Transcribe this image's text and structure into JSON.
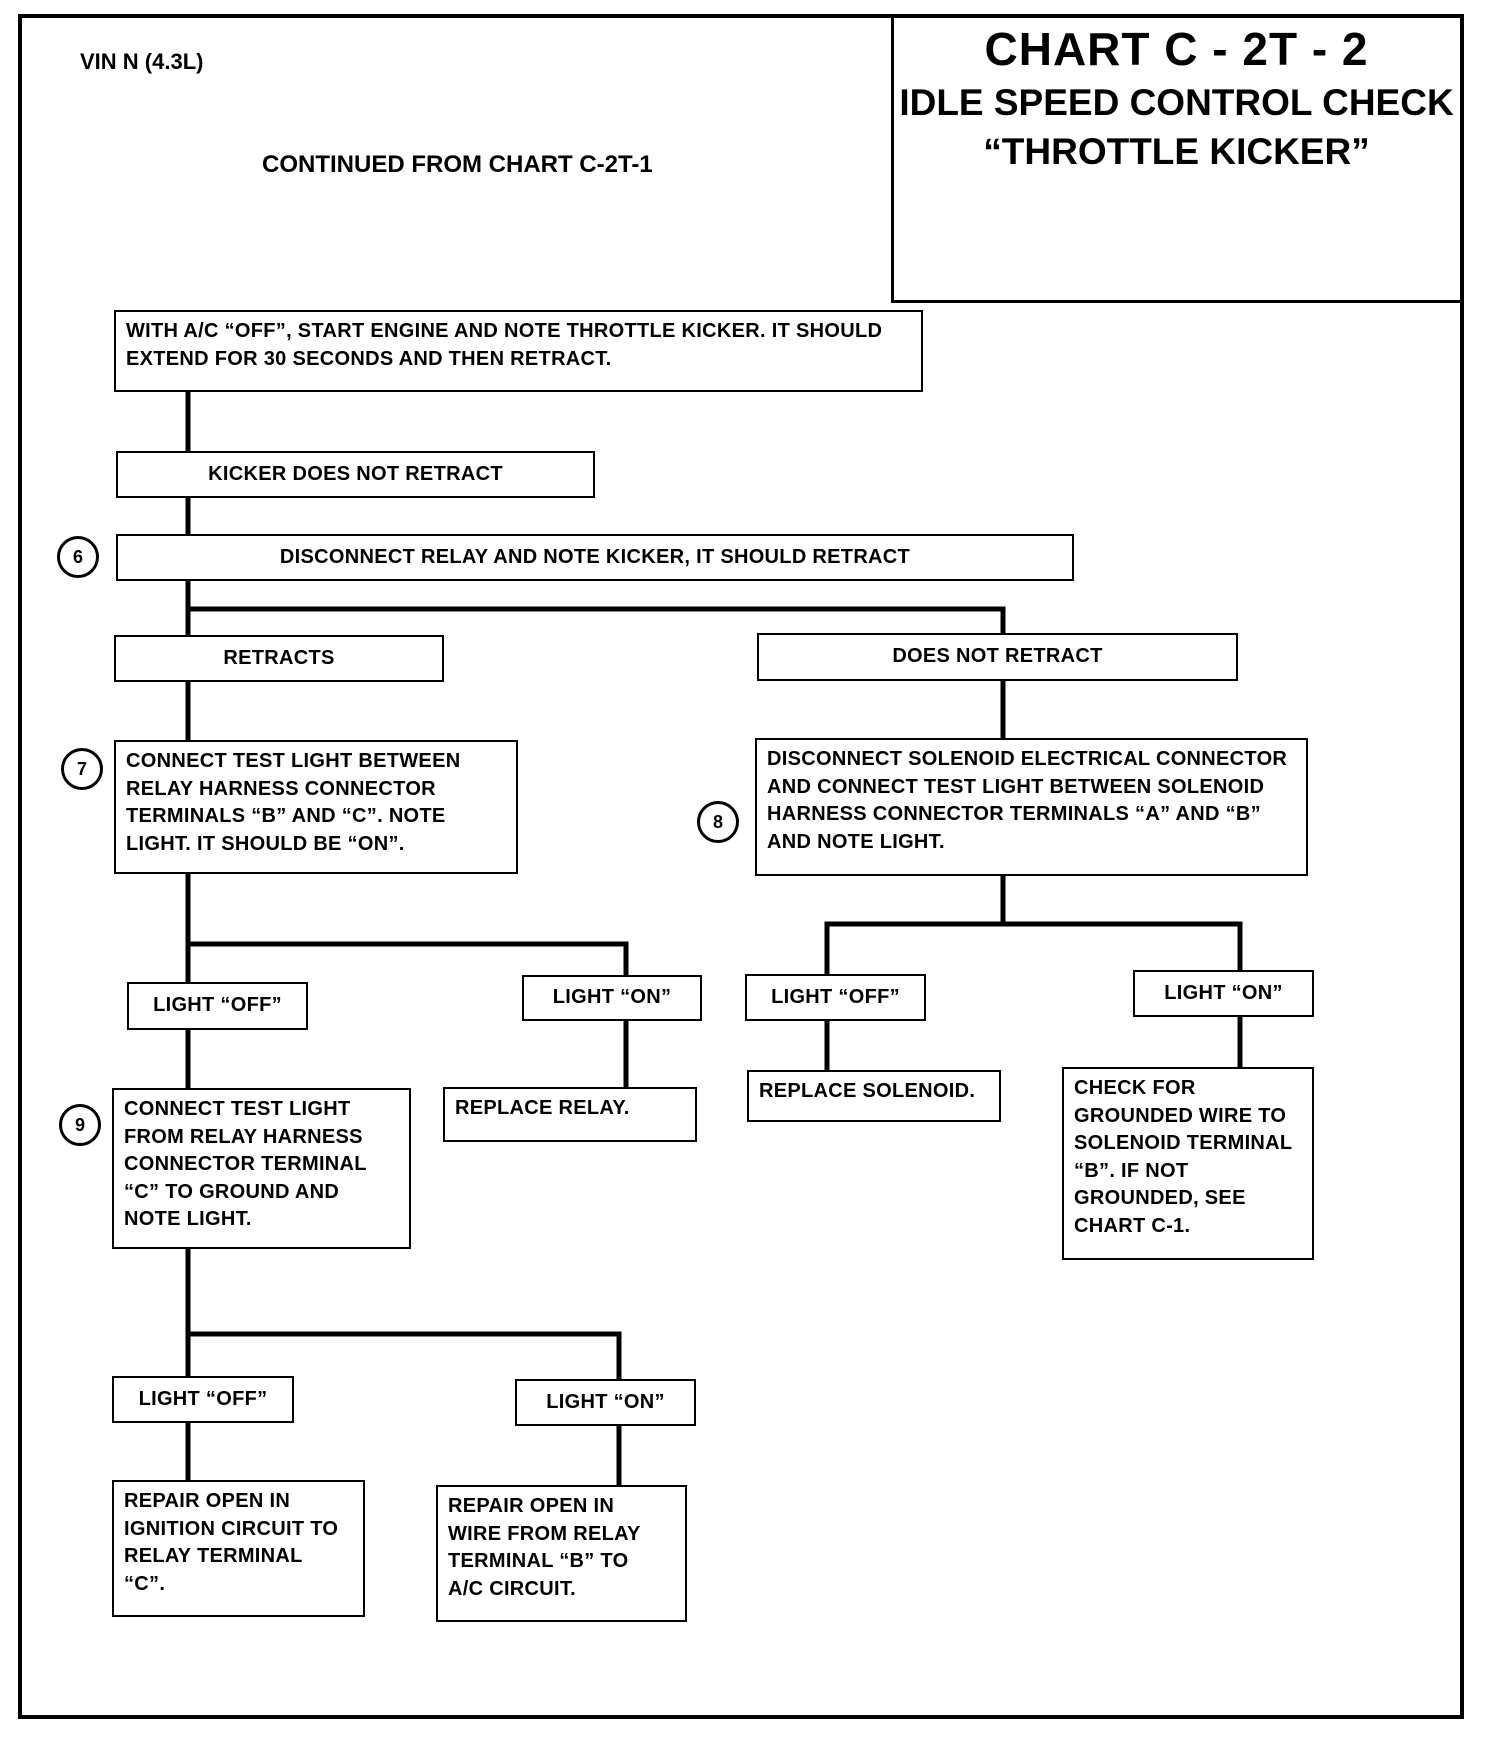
{
  "header": {
    "vin": "VIN N (4.3L)",
    "continued": "CONTINUED FROM CHART C-2T-1",
    "chart_number": "CHART  C - 2T - 2",
    "chart_title": "IDLE SPEED CONTROL CHECK",
    "chart_subtitle": "“THROTTLE KICKER”"
  },
  "steps": {
    "start": "WITH A/C “OFF”, START ENGINE AND NOTE THROTTLE KICKER. IT SHOULD\nEXTEND FOR 30 SECONDS AND THEN RETRACT.",
    "not_retract": "KICKER DOES NOT RETRACT",
    "step6": "DISCONNECT RELAY AND NOTE KICKER, IT SHOULD RETRACT",
    "retracts": "RETRACTS",
    "does_not_retract": "DOES NOT RETRACT",
    "step7": "CONNECT TEST LIGHT BETWEEN\nRELAY HARNESS CONNECTOR\nTERMINALS “B” AND “C”. NOTE\nLIGHT. IT SHOULD BE “ON”.",
    "step8": "DISCONNECT SOLENOID ELECTRICAL CONNECTOR\nAND CONNECT TEST LIGHT BETWEEN SOLENOID\nHARNESS CONNECTOR TERMINALS “A” AND “B”\nAND NOTE LIGHT.",
    "light_off_7": "LIGHT “OFF”",
    "light_on_7": "LIGHT “ON”",
    "light_off_8": "LIGHT “OFF”",
    "light_on_8": "LIGHT “ON”",
    "replace_relay": "REPLACE RELAY.",
    "replace_solenoid": "REPLACE SOLENOID.",
    "check_ground": "CHECK FOR\nGROUNDED WIRE TO\nSOLENOID TERMINAL\n“B”. IF NOT\nGROUNDED, SEE\nCHART C-1.",
    "step9": "CONNECT TEST LIGHT\nFROM RELAY HARNESS\nCONNECTOR TERMINAL\n“C” TO GROUND AND\nNOTE LIGHT.",
    "light_off_9": "LIGHT “OFF”",
    "light_on_9": "LIGHT “ON”",
    "repair_ignition": "REPAIR OPEN IN\nIGNITION CIRCUIT TO\nRELAY TERMINAL\n“C”.",
    "repair_wire": "REPAIR OPEN IN\nWIRE FROM RELAY\nTERMINAL “B” TO\nA/C CIRCUIT."
  },
  "markers": {
    "m6": "6",
    "m7": "7",
    "m8": "8",
    "m9": "9"
  }
}
